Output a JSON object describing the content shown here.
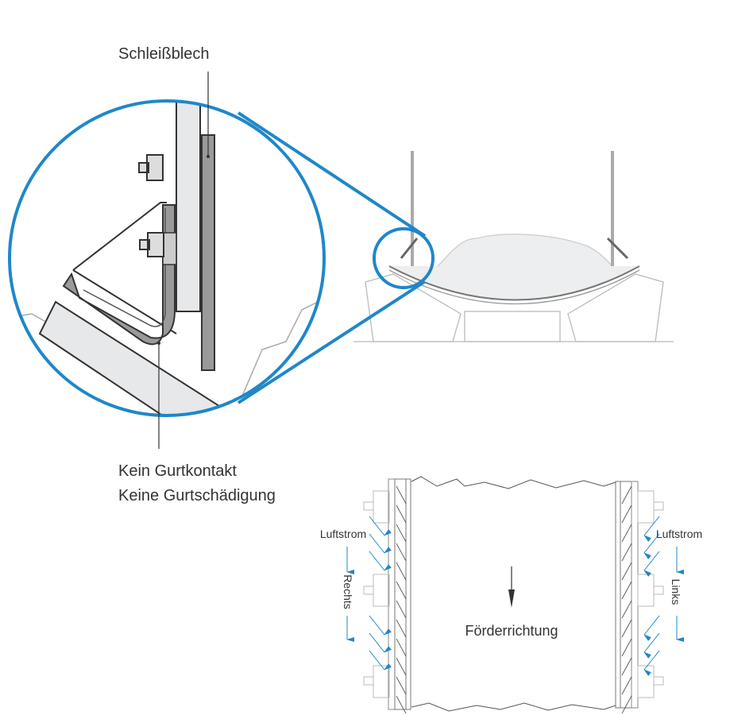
{
  "labels": {
    "wear_plate": "Schleißblech",
    "no_contact_1": "Kein Gurtkontakt",
    "no_contact_2": "Keine Gurtschädigung",
    "airflow_right": "Luftstrom",
    "airflow_left": "Luftstrom",
    "right": "Rechts",
    "left": "Links",
    "conveying_direction": "Förderrichtung"
  },
  "colors": {
    "accent": "#1f87c9",
    "line": "#555555",
    "light": "#bbbbbb",
    "fill": "#e6e8e9"
  }
}
